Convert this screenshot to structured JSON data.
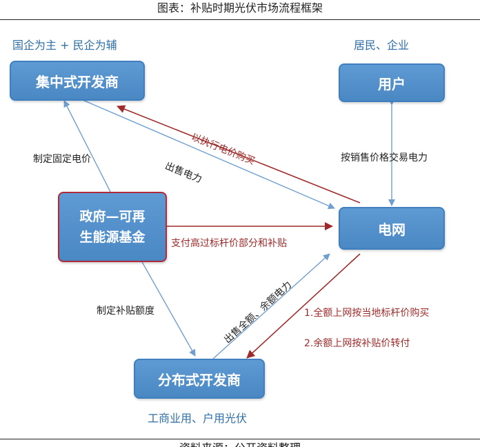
{
  "caption": "图表：补贴时期光伏市场流程框架",
  "bottom_text": "资料来源：公开资料整理",
  "groups": {
    "left_top": "国企为主 + 民企为辅",
    "right_top": "居民、企业",
    "bottom": "工商业用、户用光伏"
  },
  "nodes": {
    "central": "集中式开发商",
    "user": "用户",
    "gov": "政府—可再\n生能源基金",
    "grid": "电网",
    "distributed": "分布式开发商"
  },
  "edges": {
    "grid_to_central": "以执行电价购买",
    "central_to_grid": "出售电力",
    "gov_to_central": "制定固定电价",
    "grid_user": "按销售价格交易电力",
    "gov_to_grid": "支付高过标杆价部分和补贴",
    "distributed_to_grid": "出售全额、余额电力",
    "gov_to_distributed": "制定补贴额度",
    "grid_to_distributed_1": "1.全额上网按当地标杆价购买",
    "grid_to_distributed_2": "2.余额上网按补贴价转付"
  },
  "colors": {
    "box_fill": "#4f8dc9",
    "box_border": "#3f7fbf",
    "gov_border": "#b02a3a",
    "blue_arrow": "#6f9fcf",
    "red_arrow": "#9e2a2a",
    "group_label": "#2e6fa7"
  }
}
